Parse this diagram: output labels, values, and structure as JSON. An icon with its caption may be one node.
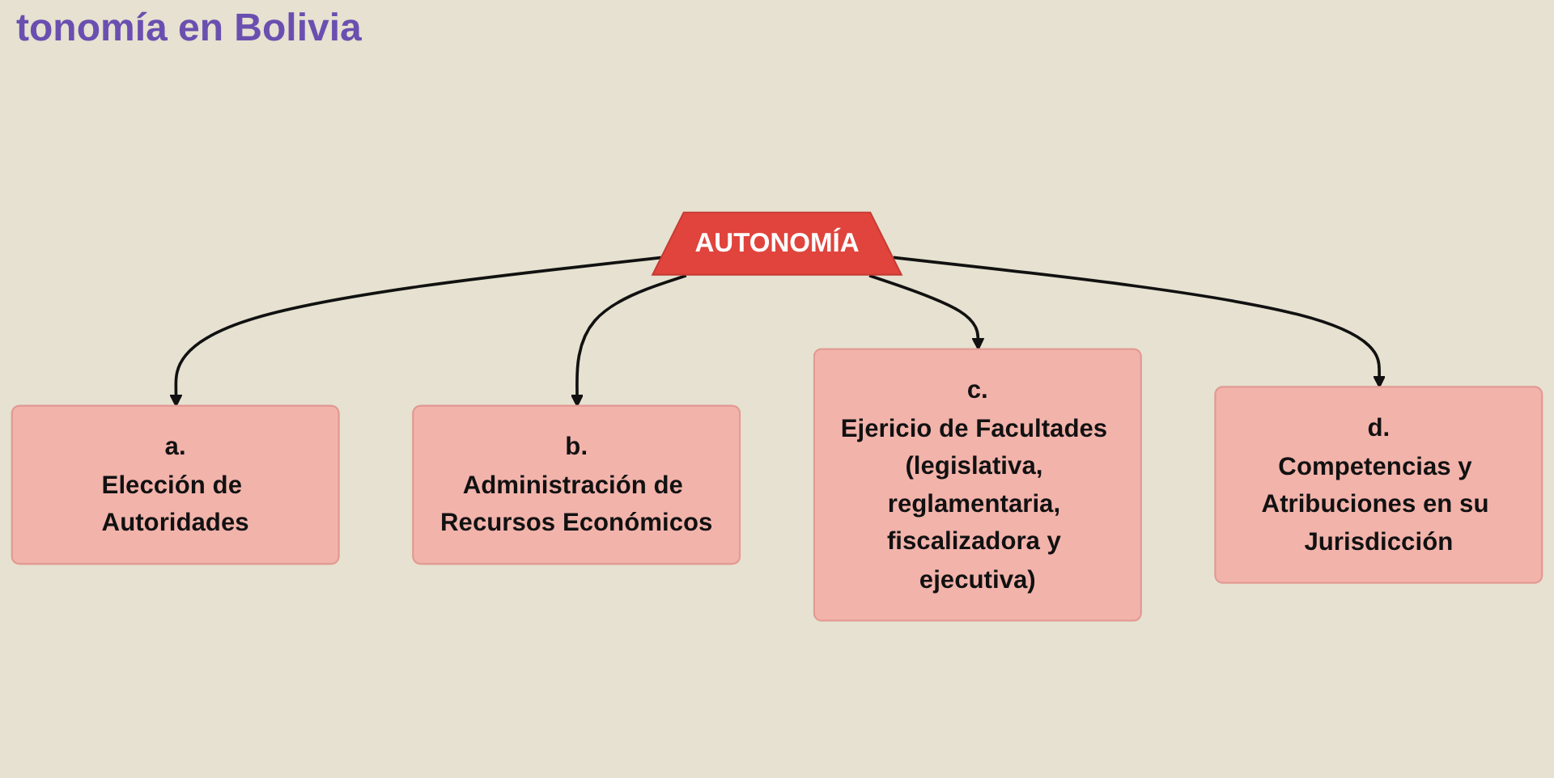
{
  "diagram": {
    "title": "tonomía en Bolivia",
    "nodes": [
      {
        "text": [
          "AUTONOMÍA"
        ]
      },
      {
        "text": [
          "a.",
          "Elección de Autoridades"
        ]
      },
      {
        "text": [
          "b.",
          "Administración de Recursos Económicos"
        ]
      },
      {
        "text": [
          "c.",
          "Ejericio de Facultades (legislativa, reglamentaria, fiscalizadora y ejecutiva)"
        ]
      },
      {
        "text": [
          "d.",
          "Competencias y Atribuciones en su Jurisdicción"
        ]
      }
    ],
    "edges": [
      {
        "from": 0,
        "to": 1,
        "arrow": "to"
      },
      {
        "from": 0,
        "to": 2,
        "arrow": "to"
      },
      {
        "from": 0,
        "to": 3,
        "arrow": "to"
      },
      {
        "from": 0,
        "to": 4,
        "arrow": "to"
      }
    ]
  }
}
